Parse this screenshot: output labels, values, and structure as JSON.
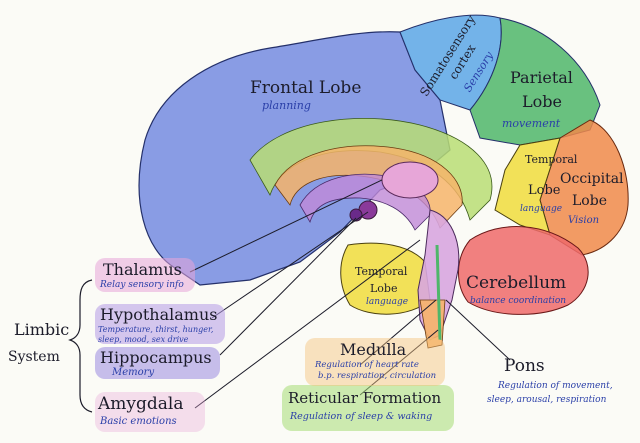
{
  "labels": {
    "frontal_lobe": "Frontal Lobe",
    "frontal_sub": "planning",
    "somatosensory": "Somatosensory",
    "cortex": "cortex",
    "somato_sub": "Sensory",
    "parietal": "Parietal",
    "parietal_lobe": "Lobe",
    "parietal_sub": "movement",
    "temporal_right": "Temporal",
    "temporal_right_lobe": "Lobe",
    "temporal_right_sub": "language",
    "occipital": "Occipital",
    "occipital_lobe": "Lobe",
    "occipital_sub": "Vision",
    "cerebellum": "Cerebellum",
    "cerebellum_sub": "balance coordination",
    "temporal_center": "Temporal",
    "temporal_center_lobe": "Lobe",
    "temporal_center_sub": "language",
    "thalamus": "Thalamus",
    "thalamus_sub": "Relay sensory info",
    "hypothalamus": "Hypothalamus",
    "hypothalamus_sub1": "Temperature, thirst, hunger,",
    "hypothalamus_sub2": "sleep, mood, sex drive",
    "hippocampus": "Hippocampus",
    "hippocampus_sub": "Memory",
    "amygdala": "Amygdala",
    "amygdala_sub": "Basic emotions",
    "limbic": "Limbic",
    "system": "System",
    "medulla": "Medulla",
    "medulla_sub1": "Regulation of heart rate",
    "medulla_sub2": "b.p. respiration, circulation",
    "reticular": "Reticular Formation",
    "reticular_sub": "Regulation of sleep & waking",
    "pons": "Pons",
    "pons_sub1": "Regulation of movement,",
    "pons_sub2": "sleep, arousal, respiration"
  },
  "colors": {
    "frontal": "#6f86df",
    "somato": "#5aa6e6",
    "parietal": "#4fb66a",
    "temporal": "#f0dc3c",
    "occipital": "#f08a4a",
    "cerebellum": "#ee6a6a",
    "inner_green": "#b9dd74",
    "inner_orange": "#f6b46a",
    "inner_purple": "#c08ad8",
    "pink_highlight": "#e7a6d8",
    "purple_highlight": "#b49be6",
    "green_highlight": "#a6dc74",
    "orange_highlight": "#f5c07a"
  }
}
